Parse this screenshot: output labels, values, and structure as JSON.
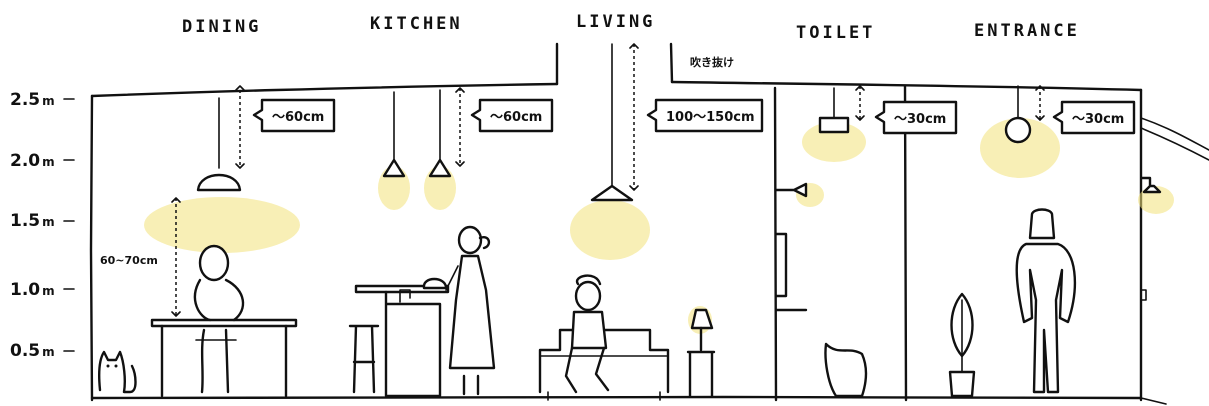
{
  "rooms": {
    "dining": "DINING",
    "kitchen": "KITCHEN",
    "living": "LIVING",
    "toilet": "TOILET",
    "entrance": "ENTRANCE"
  },
  "axis": {
    "ticks": [
      {
        "value": "2.5",
        "unit": "m"
      },
      {
        "value": "2.0",
        "unit": "m"
      },
      {
        "value": "1.5",
        "unit": "m"
      },
      {
        "value": "1.0",
        "unit": "m"
      },
      {
        "value": "0.5",
        "unit": "m"
      }
    ]
  },
  "annotations": {
    "atrium": "吹き抜け",
    "dining_pendant_gap": "～60cm",
    "kitchen_pendant_gap": "～60cm",
    "living_pendant_gap": "100～150cm",
    "toilet_light_gap": "～30cm",
    "entrance_light_gap": "～30cm",
    "table_to_light": "60~70cm"
  },
  "colors": {
    "ink": "#111111",
    "light_glow": "#f3e27a",
    "background": "#ffffff"
  }
}
